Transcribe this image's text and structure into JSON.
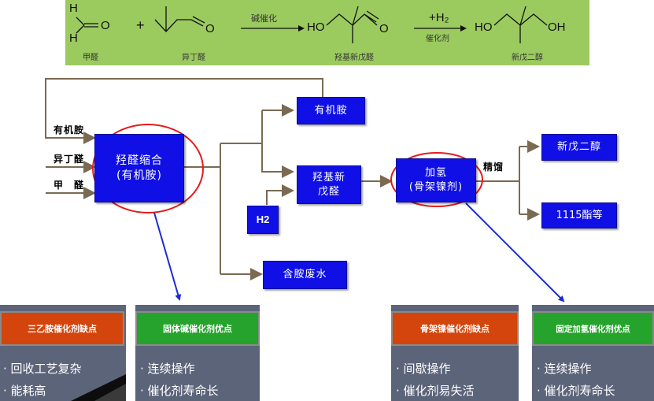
{
  "reaction": {
    "formaldehyde_label": "甲醛",
    "isobutyraldehyde_label": "异丁醛",
    "hpa_label": "羟基新戊醛",
    "npg_label": "新戊二醇",
    "plus": "+",
    "arrow1_label": "碱催化",
    "arrow2_top": "+H₂",
    "arrow2_bottom": "催化剂",
    "atom_H": "H",
    "atom_O": "O",
    "ho": "HO",
    "oh": "OH"
  },
  "feeds": {
    "amine": "有机胺",
    "isobutyraldehyde": "异丁醛",
    "formaldehyde": "甲　醛"
  },
  "boxes": {
    "condensation_line1": "羟醛缩合",
    "condensation_line2": "(有机胺)",
    "amine_out": "有机胺",
    "hpa_line1": "羟基新",
    "hpa_line2": "戊醛",
    "h2": "H2",
    "waste": "含胺废水",
    "hydro_line1": "加氢",
    "hydro_line2": "(骨架镍剂)",
    "distill_label": "精馏",
    "npg": "新戊二醇",
    "ester": "1115酯等"
  },
  "panels": [
    {
      "header": "三乙胺催化剂缺点",
      "items": [
        "回收工艺复杂",
        "能耗高"
      ],
      "color": "red"
    },
    {
      "header": "固体碱催化剂优点",
      "items": [
        "连续操作",
        "催化剂寿命长"
      ],
      "color": "green"
    },
    {
      "header": "骨架镍催化剂缺点",
      "items": [
        "间歇操作",
        "催化剂易失活"
      ],
      "color": "red"
    },
    {
      "header": "固定加氢催化剂优点",
      "items": [
        "连续操作",
        "催化剂寿命长"
      ],
      "color": "green"
    }
  ],
  "colors": {
    "box": "#1010e6",
    "arrow": "#7a6a52",
    "ellipse": "#e31b1b",
    "pointer": "#1a2bd6",
    "banner": "#9bca5f"
  }
}
